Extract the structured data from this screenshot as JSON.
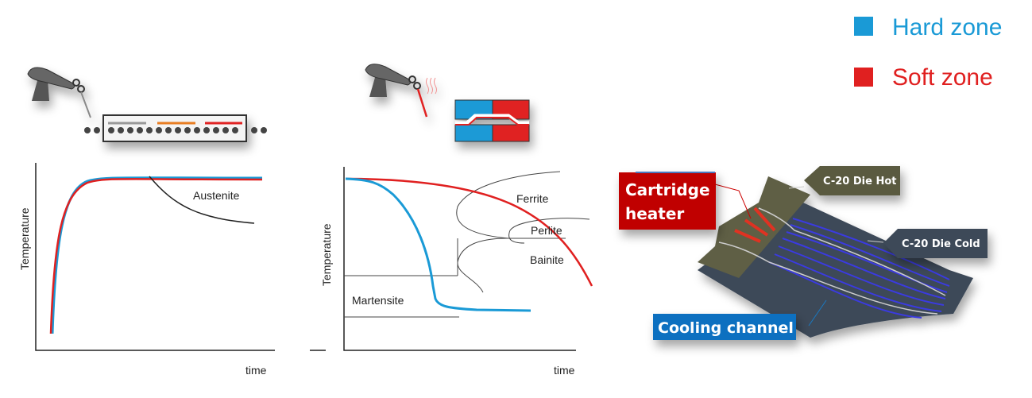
{
  "legend": {
    "hard": {
      "label": "Hard zone",
      "color": "#1a9ad6"
    },
    "soft": {
      "label": "Soft zone",
      "color": "#e02020"
    }
  },
  "chart_left": {
    "ylabel": "Temperature",
    "xlabel": "time",
    "phase": "Austenite"
  },
  "chart_middle": {
    "ylabel": "Temperature",
    "xlabel": "time",
    "phases": [
      "Ferrite",
      "Perlite",
      "Bainite",
      "Martensite"
    ]
  },
  "die": {
    "cartridge_heater": "Cartridge heater",
    "cartridge_heater_lines": [
      "Cartridge",
      "heater"
    ],
    "die_hot": "C-20 Die Hot",
    "die_cold": "C-20 Die Cold",
    "cooling_channel": "Cooling channel"
  }
}
